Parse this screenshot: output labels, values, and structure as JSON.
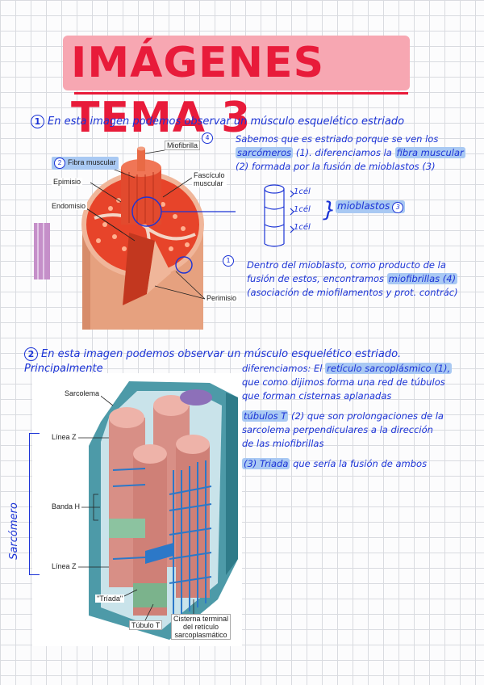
{
  "title": "IMÁGENES TEMA 3",
  "section1": {
    "number": "1",
    "heading": "En esta imagen podemos observar un músculo esquelético estriado",
    "figure_labels": {
      "miofibrilla": "Miofibrilla",
      "miofibrilla_num": "4",
      "fibra_muscular": "Fibra muscular",
      "fibra_num": "2",
      "epimisio": "Epimisio",
      "endomisio": "Endomisio",
      "fasciculo": "Fascículo",
      "muscular": "muscular",
      "perimisio": "Perimisio",
      "circle_1": "1"
    },
    "note_lines": [
      {
        "a": "Sabemos que es estriado porque se ven los",
        "h": "",
        "b": ""
      },
      {
        "a": "",
        "h": "sarcómeros",
        "b": " (1). diferenciamos la "
      },
      {
        "a": "(2) formada por la fusión de mioblastos (3)",
        "h": "",
        "b": ""
      }
    ],
    "fibra_muscular_hl": "fibra muscular",
    "cell_labels": [
      "1cél",
      "1cél",
      "1cél"
    ],
    "mioblastos": "mioblastos",
    "mioblastos_num": "3",
    "note2_lines": [
      "Dentro del mioblasto, como producto de la",
      "fusión de estos, encontramos",
      "(asociación de miofilamentos y prot. contrác)"
    ],
    "miofibrillas_hl": "miofibrillas (4)"
  },
  "section2": {
    "number": "2",
    "heading": "En esta imagen podemos observar un músculo esquelético estriado. Principalmente",
    "diferenciamos": "diferenciamos: El",
    "reticulo_hl": "retículo sarcoplásmico (1),",
    "note_lines": [
      "que como dijimos forma una red de túbulos",
      "que forman cisternas aplanadas"
    ],
    "tubulos_hl": "túbulos T",
    "tubulos_rest": "que son prolongaciones de la",
    "tubulos_num": "(2)",
    "note_lines2": [
      "sarcolema perpendiculares a la dirección",
      "de las miofibrillas"
    ],
    "triada_hl": "(3) Triada",
    "triada_rest": "que sería la fusión de ambos",
    "figure_labels": {
      "sarcolema": "Sarcolema",
      "linea_z_top": "Línea Z",
      "banda_h": "Banda H",
      "linea_z_bottom": "Línea Z",
      "triada": "\"Tríada\"",
      "tubulo_t": "Túbulo T",
      "cisterna_1": "Cisterna terminal",
      "cisterna_2": "del retículo",
      "cisterna_3": "sarcoplasmático"
    },
    "sarcomero": "Sarcómero"
  }
}
